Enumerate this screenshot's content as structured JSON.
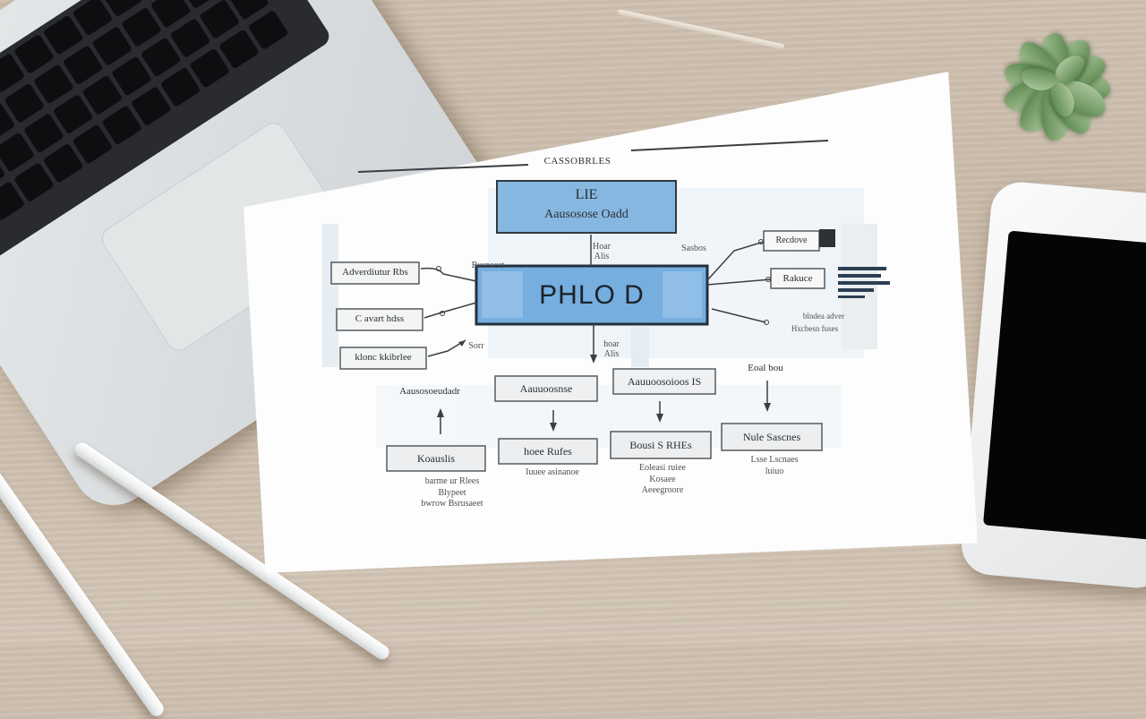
{
  "scene": {
    "objects": [
      "laptop",
      "stylus-pen",
      "stylus-pen",
      "succulent-plant",
      "smartphone",
      "paper-sheet"
    ]
  },
  "diagram": {
    "header": "CASSOBRLES",
    "top_box": {
      "line1": "LIE",
      "line2": "Aausosose Oadd"
    },
    "center_box": "PHLO D",
    "left_boxes": [
      "Adverdiutur Rbs",
      "C avart hdss",
      "klonc kkibrlee"
    ],
    "right_boxes": [
      "Recdove",
      "Rakuce"
    ],
    "top_connectors": {
      "left_label": "Busnacet",
      "right_label": "Sasbos",
      "down_label_1": "Hoar",
      "down_label_2": "Alis"
    },
    "left_connector_label": "Sorr",
    "center_down_labels": [
      "hoar",
      "Alis"
    ],
    "right_notes": [
      "blndea adver",
      "Hxcbesn fuses"
    ],
    "row_headers": [
      "Aausosoeudadr",
      "Aauuoosnse",
      "Aauuoosoioos IS",
      "Eoal bou"
    ],
    "bottom_boxes": [
      "Koauslis",
      "hoee Rufes",
      "Bousi S RHEs",
      "Nule Sascnes"
    ],
    "bottom_notes": [
      [
        "barme ur Rlees",
        "Blypeet",
        "bwrow Bsrusaeet"
      ],
      [
        "Iuuee asinanoe"
      ],
      [
        "Eoleasi ruiee",
        "Kosaee",
        "Aeeegroore"
      ],
      [
        "Lsse Lscnaes",
        "luiuo"
      ]
    ]
  },
  "colors": {
    "box_fill": "#7fb2de",
    "box_fill_light": "#a8cbea",
    "center_fill": "#78b0e0",
    "outline": "#2f3a44",
    "paper": "#fdfdfd",
    "wood": "#cbbca9",
    "leaf": "#7ea36f"
  }
}
